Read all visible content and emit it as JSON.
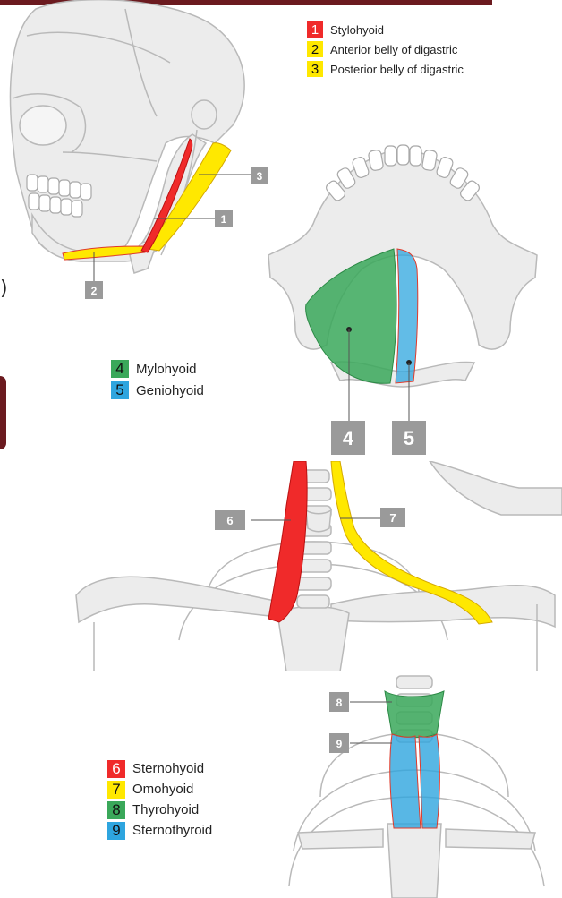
{
  "colors": {
    "frame": "#6b1a1f",
    "red": "#f02a2a",
    "yellow": "#ffe800",
    "green": "#3aa85a",
    "blue": "#2ea5df",
    "tag": "#9a9a9a",
    "bone": "#ececec",
    "bone_line": "#b9b9b9"
  },
  "partial_text": ")",
  "legends": {
    "suprahyoid_top": [
      {
        "num": "1",
        "label": "Stylohyoid",
        "color": "#f02a2a"
      },
      {
        "num": "2",
        "label": "Anterior belly of digastric",
        "color": "#ffe800"
      },
      {
        "num": "3",
        "label": "Posterior belly of digastric",
        "color": "#ffe800"
      }
    ],
    "suprahyoid_floor": [
      {
        "num": "4",
        "label": "Mylohyoid",
        "color": "#3aa85a"
      },
      {
        "num": "5",
        "label": "Geniohyoid",
        "color": "#2ea5df"
      }
    ],
    "infrahyoid": [
      {
        "num": "6",
        "label": "Sternohyoid",
        "color": "#f02a2a"
      },
      {
        "num": "7",
        "label": "Omohyoid",
        "color": "#ffe800"
      },
      {
        "num": "8",
        "label": "Thyrohyoid",
        "color": "#3aa85a"
      },
      {
        "num": "9",
        "label": "Sternothyroid",
        "color": "#2ea5df"
      }
    ]
  },
  "callouts": {
    "c1": "1",
    "c2": "2",
    "c3": "3",
    "c4": "4",
    "c5": "5",
    "c6": "6",
    "c7": "7",
    "c8": "8",
    "c9": "9"
  }
}
